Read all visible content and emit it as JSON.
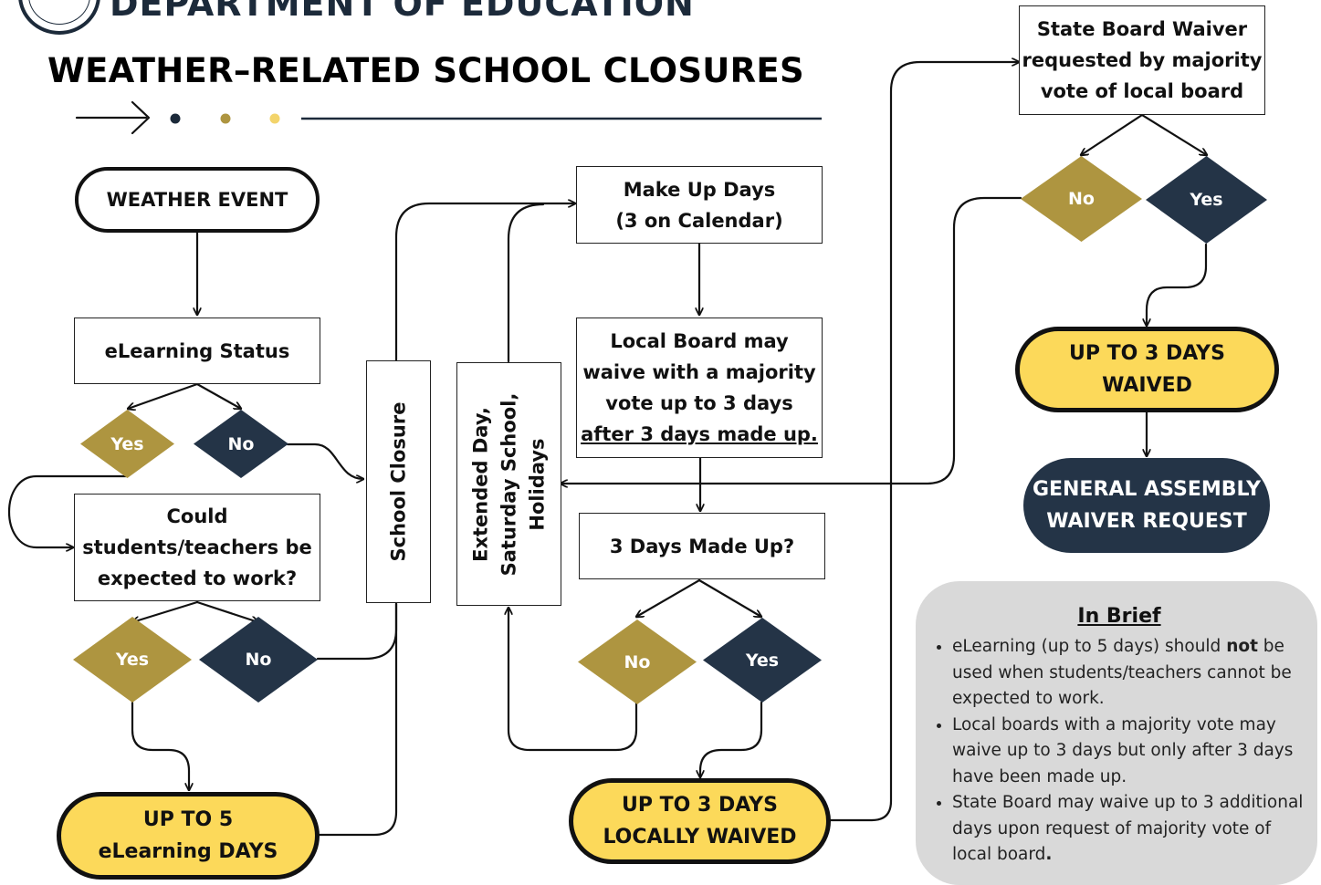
{
  "header": {
    "department": "DEPARTMENT OF EDUCATION",
    "title": "WEATHER–RELATED SCHOOL CLOSURES"
  },
  "colors": {
    "navy": "#243447",
    "gold": "#ae9540",
    "yellow": "#fcd95a",
    "light_gold": "#f3d46b",
    "gray": "#d9d9d9"
  },
  "nodes": {
    "weather_event": "WEATHER EVENT",
    "elearning_status": "eLearning Status",
    "elearning_yes": "Yes",
    "elearning_no": "No",
    "could_work": [
      "Could",
      "students/teachers be",
      "expected to work?"
    ],
    "work_yes": "Yes",
    "work_no": "No",
    "up_to_5": [
      "UP TO 5",
      "eLearning DAYS"
    ],
    "school_closure": "School Closure",
    "extended_day": [
      "Extended Day,",
      "Saturday School,",
      "Holidays"
    ],
    "make_up_days": [
      "Make Up Days",
      "(3 on Calendar)"
    ],
    "local_board": [
      "Local Board may",
      "waive with a majority",
      "vote up to 3 days",
      "after 3 days made up."
    ],
    "three_days_made_up": "3 Days Made Up?",
    "made_up_no": "No",
    "made_up_yes": "Yes",
    "locally_waived": [
      "UP TO 3 DAYS",
      "LOCALLY WAIVED"
    ],
    "state_board": [
      "State Board Waiver",
      "requested by majority",
      "vote of local board"
    ],
    "state_no": "No",
    "state_yes": "Yes",
    "three_waived": [
      "UP TO 3 DAYS",
      "WAIVED"
    ],
    "general_assembly": [
      "GENERAL ASSEMBLY",
      "WAIVER REQUEST"
    ]
  },
  "in_brief": {
    "title": "In Brief",
    "items": [
      {
        "before": "eLearning (up to 5 days) should ",
        "bold": "not",
        "after": " be used when students/teachers cannot be expected to work."
      },
      {
        "before": "Local boards with a majority vote may waive up to 3 days but only after 3 days have been made up.",
        "bold": "",
        "after": ""
      },
      {
        "before": "State Board may waive up to 3 additional days upon request of majority vote of local board",
        "bold": ".",
        "after": ""
      }
    ]
  }
}
